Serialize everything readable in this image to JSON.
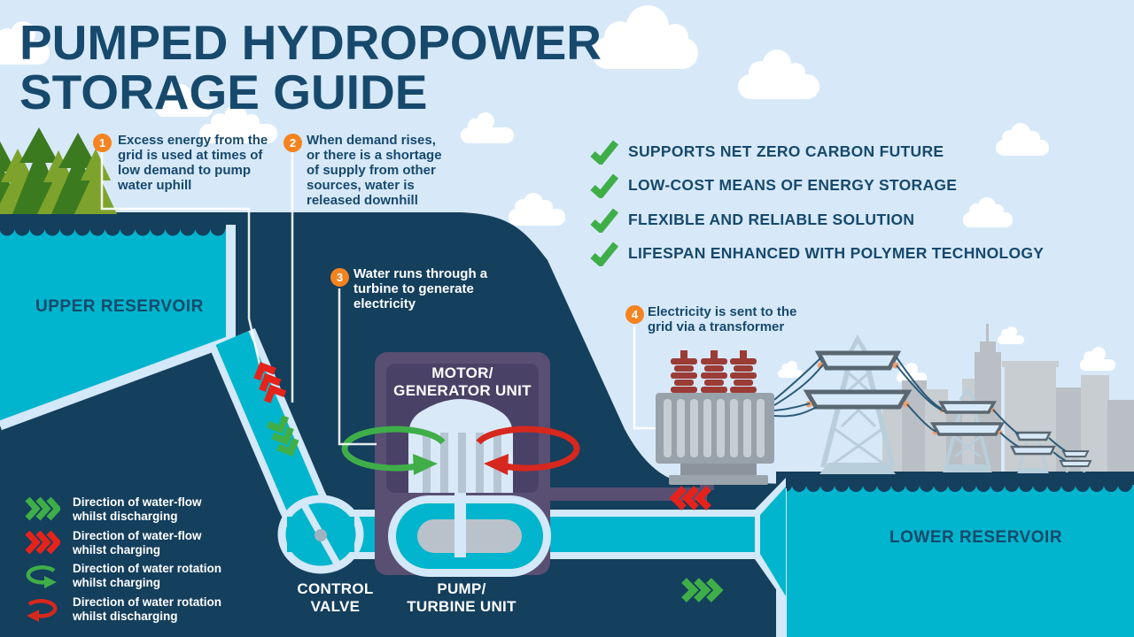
{
  "title": {
    "line1": "PUMPED HYDROPOWER",
    "line2": "STORAGE GUIDE"
  },
  "steps": [
    {
      "number": "1",
      "text": "Excess energy from the\ngrid is used at times of\nlow demand to pump\nwater uphill"
    },
    {
      "number": "2",
      "text": "When demand rises,\nor there is a shortage\nof supply from other\nsources, water is\nreleased downhill"
    },
    {
      "number": "3",
      "text": "Water runs through a\nturbine to generate\nelectricity"
    },
    {
      "number": "4",
      "text": "Electricity is sent to the\ngrid via a transformer"
    }
  ],
  "benefits": [
    {
      "label": "SUPPORTS NET ZERO CARBON FUTURE"
    },
    {
      "label": "LOW-COST MEANS OF ENERGY STORAGE"
    },
    {
      "label": "FLEXIBLE AND RELIABLE SOLUTION"
    },
    {
      "label": "LIFESPAN ENHANCED WITH POLYMER TECHNOLOGY"
    }
  ],
  "labels": {
    "upper_reservoir": "UPPER RESERVOIR",
    "lower_reservoir": "LOWER RESERVOIR",
    "motor_generator": "MOTOR/\nGENERATOR UNIT",
    "control_valve": "CONTROL\nVALVE",
    "pump_turbine": "PUMP/\nTURBINE UNIT"
  },
  "legend": [
    {
      "icon": "green-flow-chevrons",
      "text": "Direction of water-flow\nwhilst discharging"
    },
    {
      "icon": "red-flow-chevrons",
      "text": "Direction of water-flow\nwhilst charging"
    },
    {
      "icon": "green-rotation-arrow",
      "text": "Direction of water rotation\nwhilst charging"
    },
    {
      "icon": "red-rotation-arrow",
      "text": "Direction of water rotation\nwhilst discharging"
    }
  ],
  "colors": {
    "sky": "#d7e9f9",
    "navy": "#143f5d",
    "text_navy": "#17496d",
    "teal": "#00b5cd",
    "pipe_border": "#d3e8f8",
    "green": "#3fae49",
    "red": "#e5231b",
    "orange": "#f5831f",
    "purple_outer": "#584f73",
    "purple_inner": "#4a4166"
  }
}
